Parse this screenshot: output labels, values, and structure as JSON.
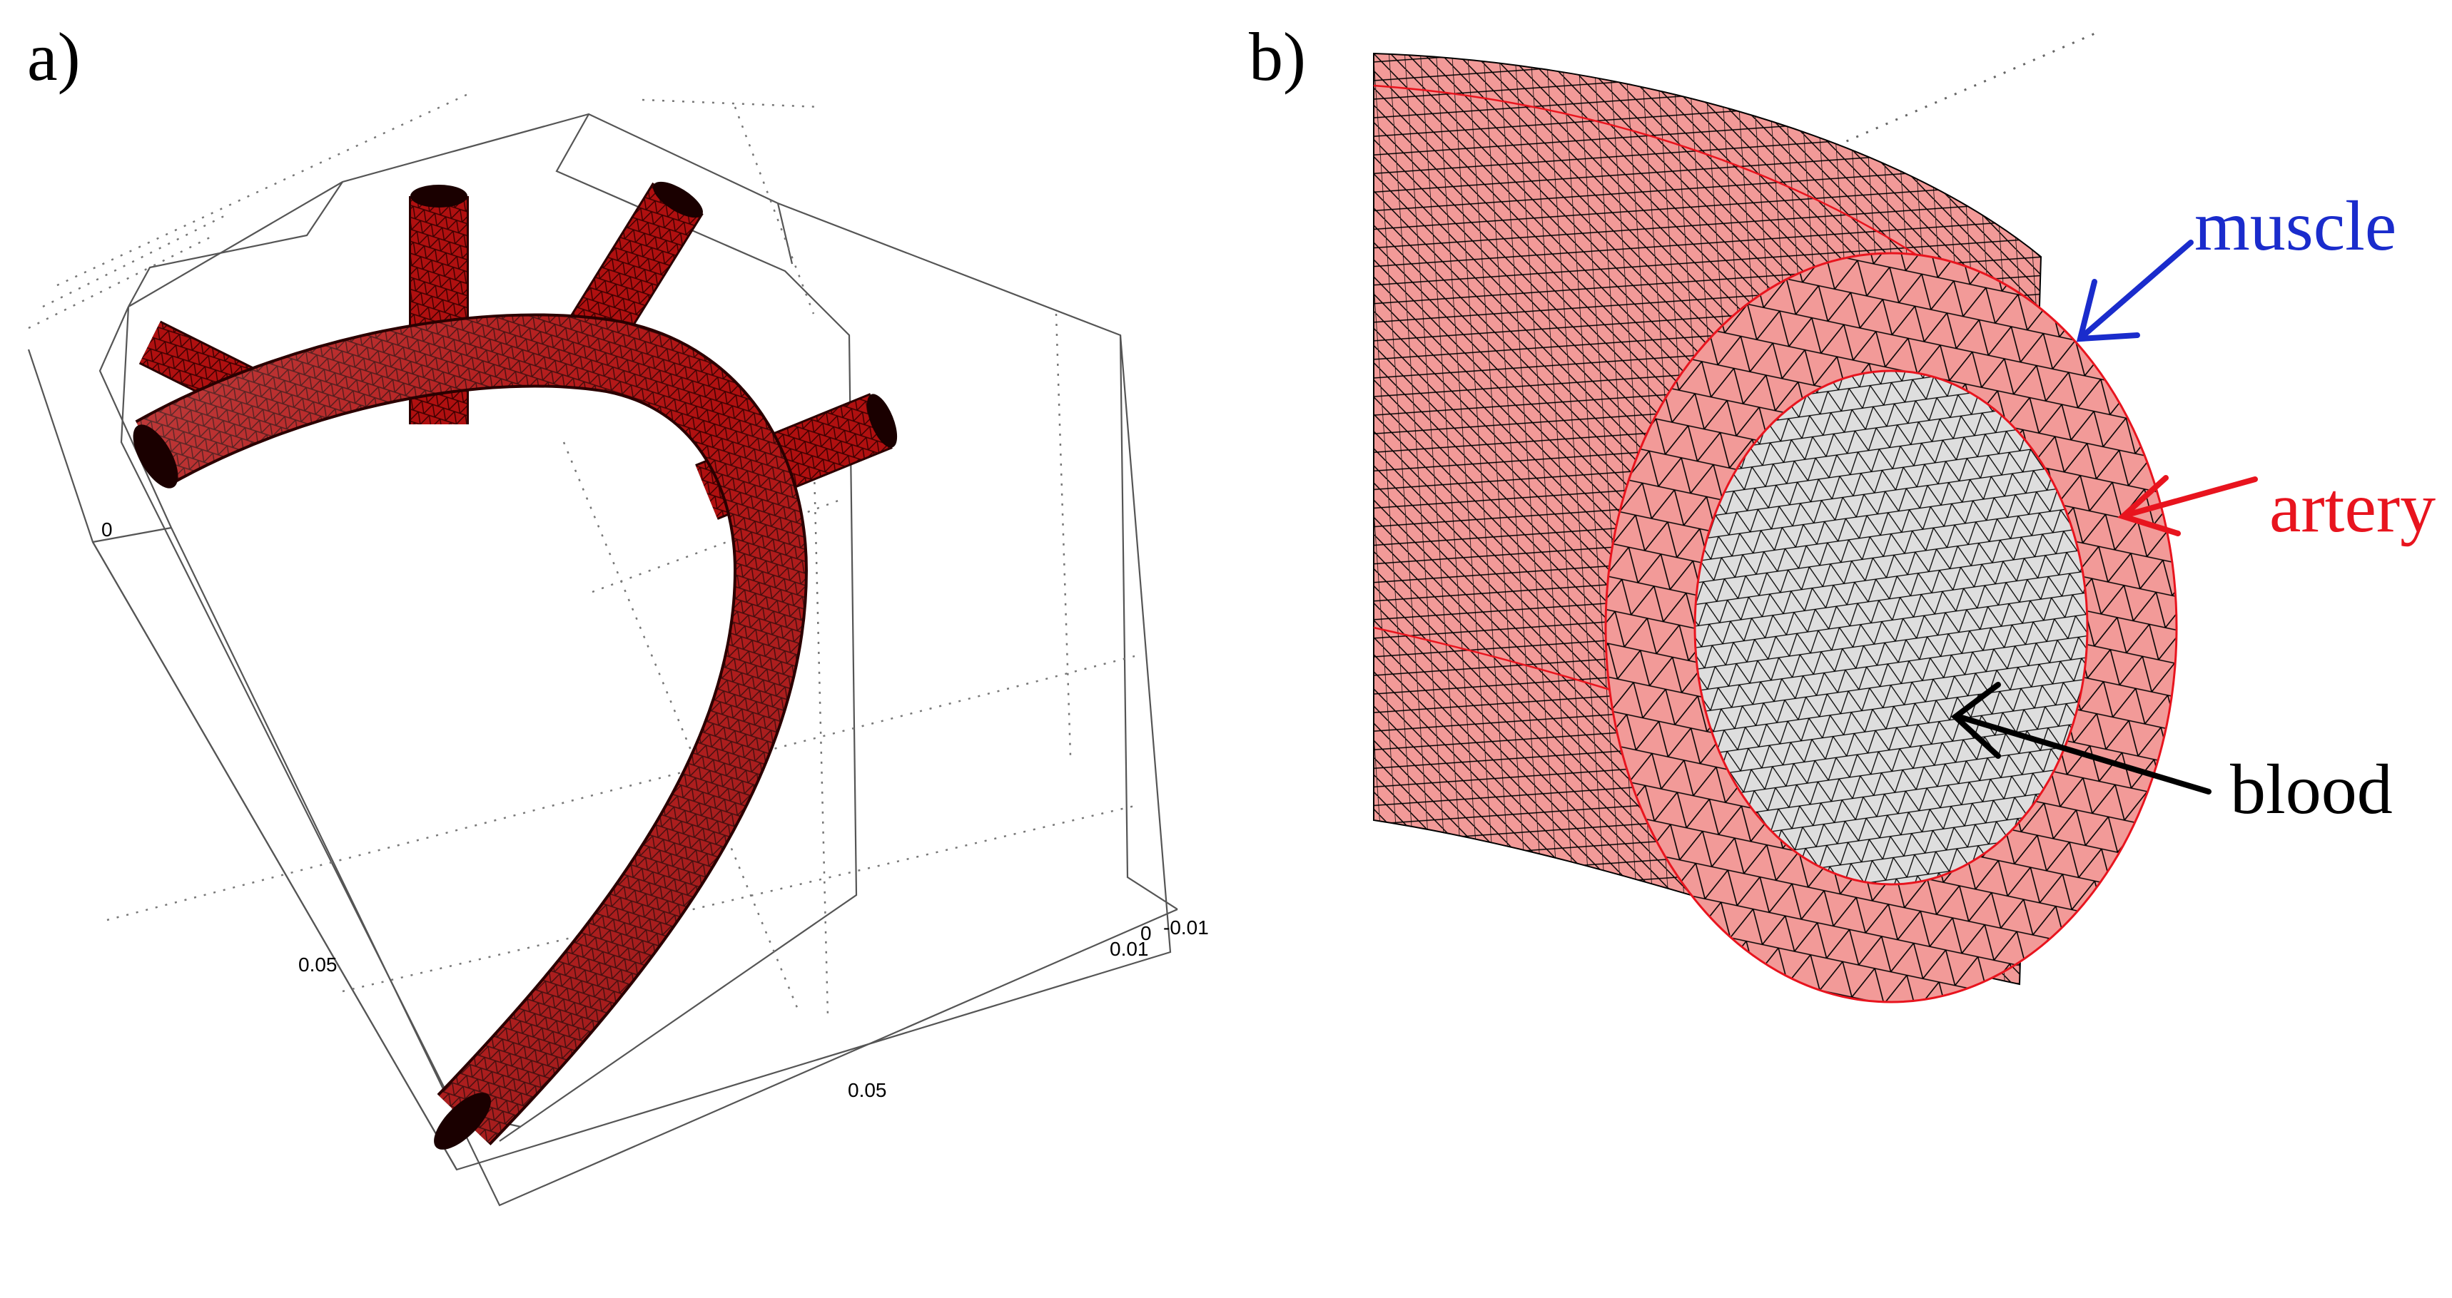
{
  "panel_a": {
    "label": "a)",
    "ticks": {
      "origin": "0",
      "left_005": "0.05",
      "bottom_005": "0.05",
      "right_0": "0",
      "right_001": "0.01",
      "right_neg001": "-0.01"
    },
    "colors": {
      "vessel": "#b01010",
      "mesh": "#300000",
      "box": "#555555"
    }
  },
  "panel_b": {
    "label": "b)",
    "labels": {
      "muscle": "muscle",
      "artery": "artery",
      "blood": "blood"
    },
    "colors": {
      "muscle_text": "#1a2ccc",
      "artery_text": "#e8141e",
      "blood_text": "#000000",
      "tissue_fill": "#f29a98",
      "blood_fill": "#dedede",
      "mesh": "#000000",
      "boundary": "#e8141e"
    }
  }
}
